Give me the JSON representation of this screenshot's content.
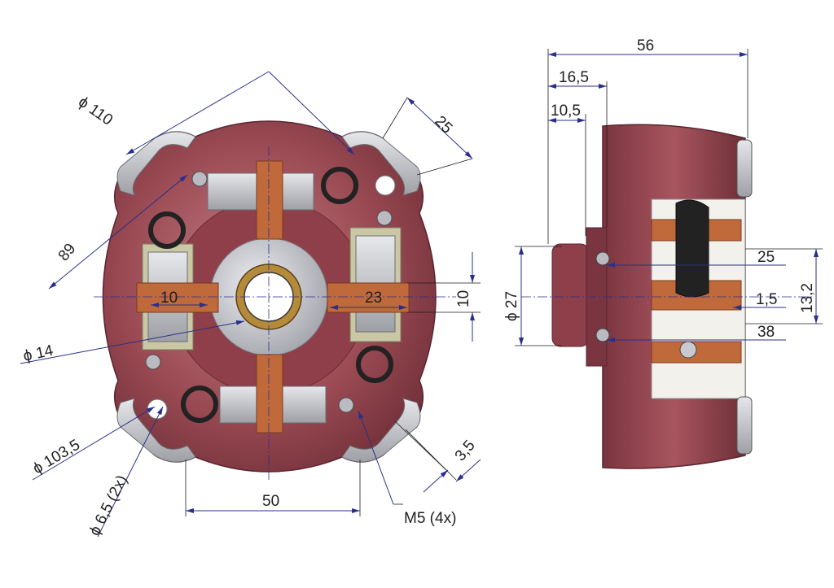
{
  "labels": {
    "front_view": {
      "dia_110": "ϕ 110",
      "w_25_top": "25",
      "dim_89": "89",
      "w_10": "10",
      "w_23": "23",
      "h_10": "10",
      "dia_14": "ϕ 14",
      "dia_103_5": "ϕ 103,5",
      "dia_6_5": "ϕ 6,5 (2x)",
      "w_50": "50",
      "thread_m5": "M5 (4x)",
      "gap_3_5": "3,5"
    },
    "side_view": {
      "len_56": "56",
      "len_16_5": "16,5",
      "len_10_5": "10,5",
      "dia_27": "ϕ 27",
      "len_25": "25",
      "len_1_5": "1,5",
      "len_38": "38",
      "h_13_2": "13,2"
    }
  },
  "colors": {
    "housing": "#9a4a53",
    "housing_dark": "#6e2e37",
    "housing_light": "#b86d76",
    "hub": "#bfc0c6",
    "bronze": "#b58a3a",
    "copper": "#c06a3c",
    "steel": "#c8cacf",
    "insulator": "#c9c7a4",
    "dimension_line": "#2a2f8a",
    "text": "#1f1f1f"
  }
}
